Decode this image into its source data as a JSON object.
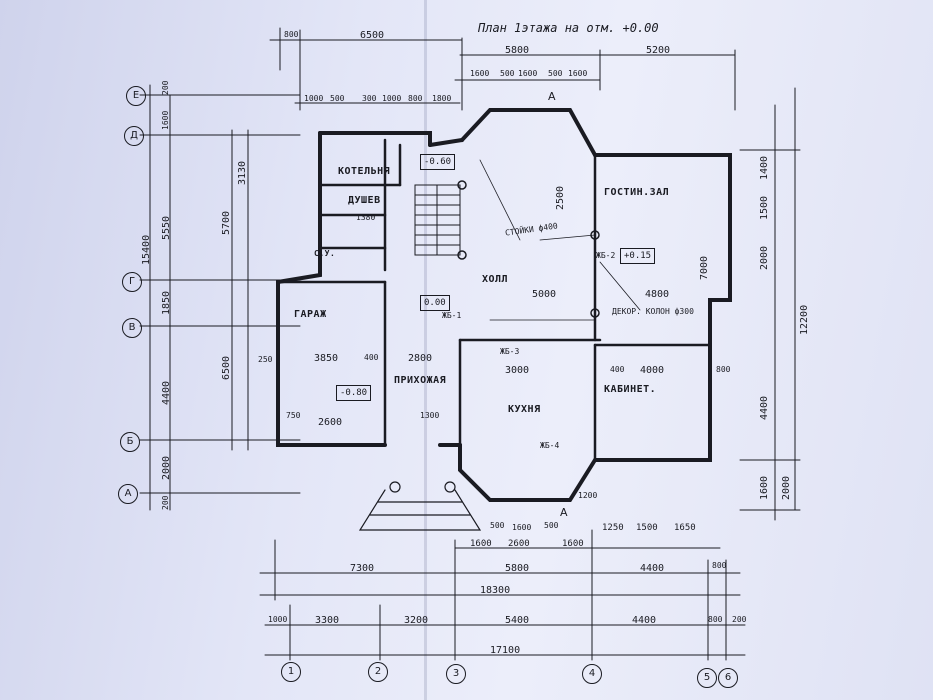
{
  "title": "План 1этажа на отм. +0.00",
  "rooms": {
    "kotelnaya": "КОТЕЛЬНЯ",
    "dush": "ДУШЕВ",
    "su": "С.У.",
    "garazh": "ГАРАЖ",
    "prihozhaya": "ПРИХОЖАЯ",
    "holl": "ХОЛЛ",
    "gostinaya": "ГОСТИН.ЗАЛ",
    "kuhnya": "КУХНЯ",
    "kabinet": "КАБИНЕТ."
  },
  "levels": {
    "boiler": "-0.60",
    "garage": "-0.80",
    "hall": "0.00",
    "living": "+0.15"
  },
  "notes": {
    "column": "СТОЙКИ ф400",
    "decor_column": "ДЕКОР. КОЛОН ф300",
    "beam_c": "ЖБ-2",
    "beam_1": "ЖБ-1",
    "beam_3": "ЖБ-3",
    "beam_4": "ЖБ-4",
    "section": "А"
  },
  "axes_bottom": [
    "1",
    "2",
    "3",
    "4",
    "5",
    "6"
  ],
  "axes_left": [
    "Е",
    "Д",
    "Г",
    "В",
    "Б",
    "А"
  ],
  "dims": {
    "top_6500": "6500",
    "top_800": "800",
    "top_5800": "5800",
    "top_5200": "5200",
    "top_1600a": "1600",
    "top_500a": "500",
    "top_1600b": "1600",
    "top_500b": "500",
    "top_1600c": "1600",
    "r1_1000": "1000",
    "r1_500a": "500",
    "r1_300": "300",
    "r1_1000b": "1000",
    "r1_800": "800",
    "r1_1800": "1800",
    "bottom_7300": "7300",
    "bottom_5800": "5800",
    "bottom_4400": "4400",
    "bottom_800": "800",
    "bottom_18300": "18300",
    "bottom_1000": "1000",
    "bottom_3300": "3300",
    "bottom_3200": "3200",
    "bottom_5400": "5400",
    "bottom_4400b": "4400",
    "bottom_800b": "800",
    "bottom_200": "200",
    "bottom_17100": "17100",
    "b2_1600a": "1600",
    "b2_2600": "2600",
    "b2_1600b": "1600",
    "b2_1250": "1250",
    "b2_1500": "1500",
    "b2_1650": "1650",
    "b3_500a": "500",
    "b3_1600": "1600",
    "b3_500b": "500",
    "left_15400": "15400",
    "left_5550": "5550",
    "left_1850": "1850",
    "left_4400": "4400",
    "left_2000": "2000",
    "left_200a": "200",
    "left_1600": "1600",
    "left_200b": "200",
    "left2_3130": "3130",
    "left2_5700": "5700",
    "left2_6500": "6500",
    "right_12200": "12200",
    "right_4400": "4400",
    "right_1600": "1600",
    "right_2000": "2000",
    "right_7000": "7000",
    "right_1500": "1500",
    "right_2000b": "2000",
    "right_1400": "1400",
    "int_5000": "5000",
    "int_4800": "4800",
    "int_3000": "3000",
    "int_2800": "2800",
    "int_3850": "3850",
    "int_2600": "2600",
    "int_400a": "400",
    "int_400b": "400",
    "int_4000": "4000",
    "int_2500": "2500",
    "int_1380": "1380",
    "int_750": "750",
    "int_250": "250",
    "int_1300": "1300",
    "int_1200": "1200",
    "int_800": "800"
  }
}
